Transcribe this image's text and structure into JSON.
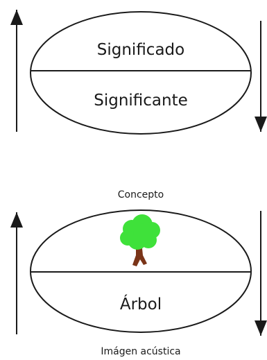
{
  "top_sign": {
    "upper_label": "Significado",
    "lower_label": "Significante"
  },
  "bottom_sign": {
    "concept_caption": "Concepto",
    "concept_icon": "tree-icon",
    "lower_label": "Árbol",
    "acoustic_caption": "Imágen acústica"
  },
  "colors": {
    "stroke": "#1a1a1a",
    "tree_foliage": "#3fe13a",
    "tree_trunk": "#7a3418"
  }
}
